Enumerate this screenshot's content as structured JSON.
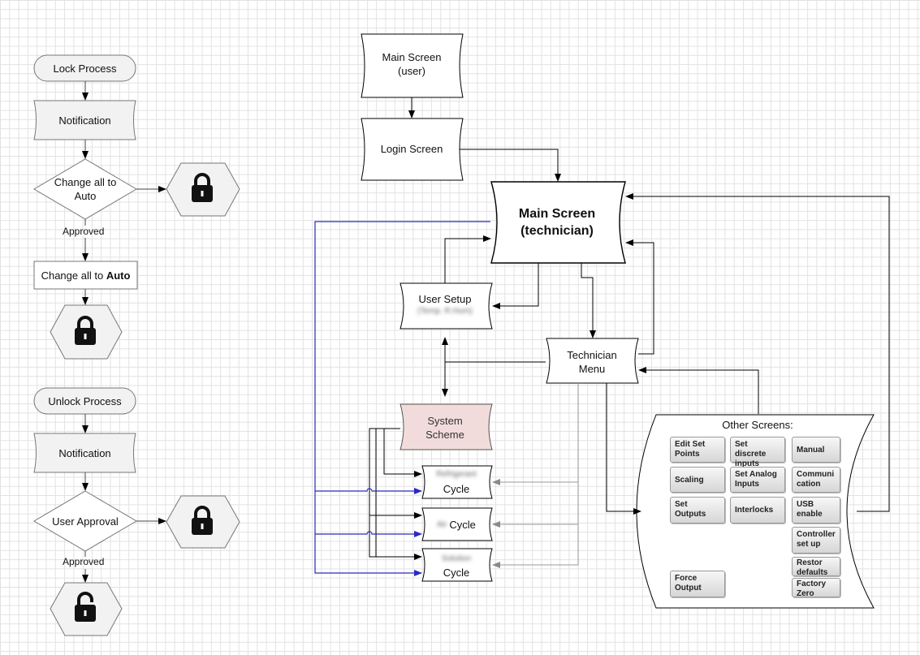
{
  "lock_flow": {
    "start": "Lock Process",
    "notification": "Notification",
    "decision": "Change all to Auto",
    "approved": "Approved",
    "action_prefix": "Change all to ",
    "action_bold": "Auto"
  },
  "unlock_flow": {
    "start": "Unlock Process",
    "notification": "Notification",
    "decision": "User Approval",
    "approved": "Approved"
  },
  "screens": {
    "main_user": "Main Screen (user)",
    "login": "Login Screen",
    "main_tech": "Main Screen (technician)",
    "user_setup": "User Setup",
    "user_setup_sub": "(Temp. R.Hum)",
    "tech_menu": "Technician Menu",
    "system_scheme": "System Scheme",
    "cycles": [
      {
        "hidden": "Refrigerant",
        "label": "Cycle"
      },
      {
        "hidden": "Air",
        "label": "Cycle"
      },
      {
        "hidden": "Solution",
        "label": "Cycle"
      }
    ]
  },
  "other_screens": {
    "title": "Other Screens:",
    "buttons": [
      "Edit Set Points",
      "Set discrete inputs",
      "Manual",
      "Scaling",
      "Set Analog Inputs",
      "Communi cation",
      "Set Outputs",
      "Interlocks",
      "USB enable",
      "Controller set up",
      "Restor defaults",
      "Force Output",
      "Factory Zero"
    ]
  },
  "icons": [
    "lock-icon",
    "lock-icon",
    "lock-icon",
    "unlock-icon"
  ],
  "colors": {
    "blue_line": "#2a2ac0",
    "gray_line": "#9a9a9a",
    "system_scheme_fill": "#f2dcdb"
  }
}
